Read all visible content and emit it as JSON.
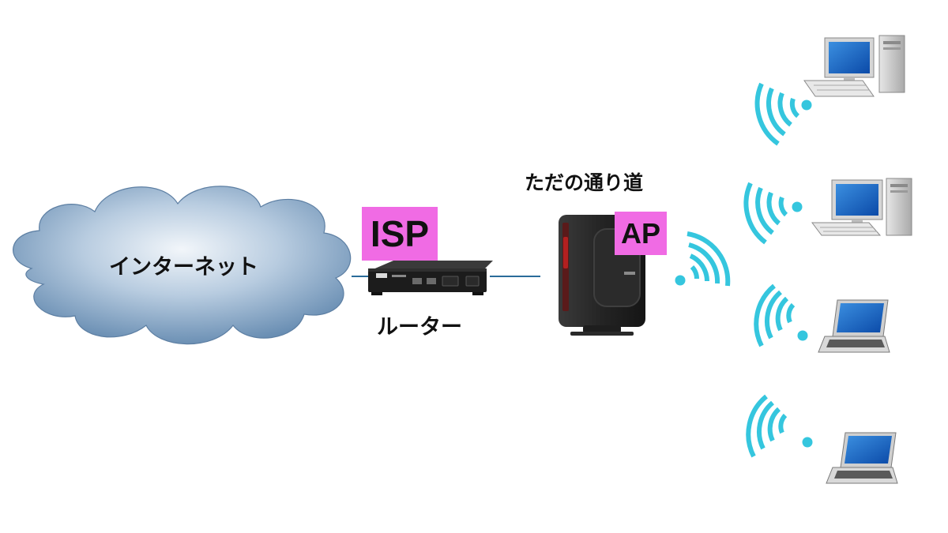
{
  "diagram": {
    "internet_label": "インターネット",
    "router_label": "ルーター",
    "ap_caption": "ただの通り道",
    "isp_tag": "ISP",
    "ap_tag": "AP",
    "devices": [
      {
        "kind": "desktop"
      },
      {
        "kind": "desktop"
      },
      {
        "kind": "laptop"
      },
      {
        "kind": "laptop"
      }
    ]
  },
  "colors": {
    "tag_bg": "#f06be4",
    "wifi": "#35c6de",
    "link_line": "#2a6c9a",
    "cloud_light": "#f2f6fa",
    "cloud_dark": "#5f86ad"
  }
}
